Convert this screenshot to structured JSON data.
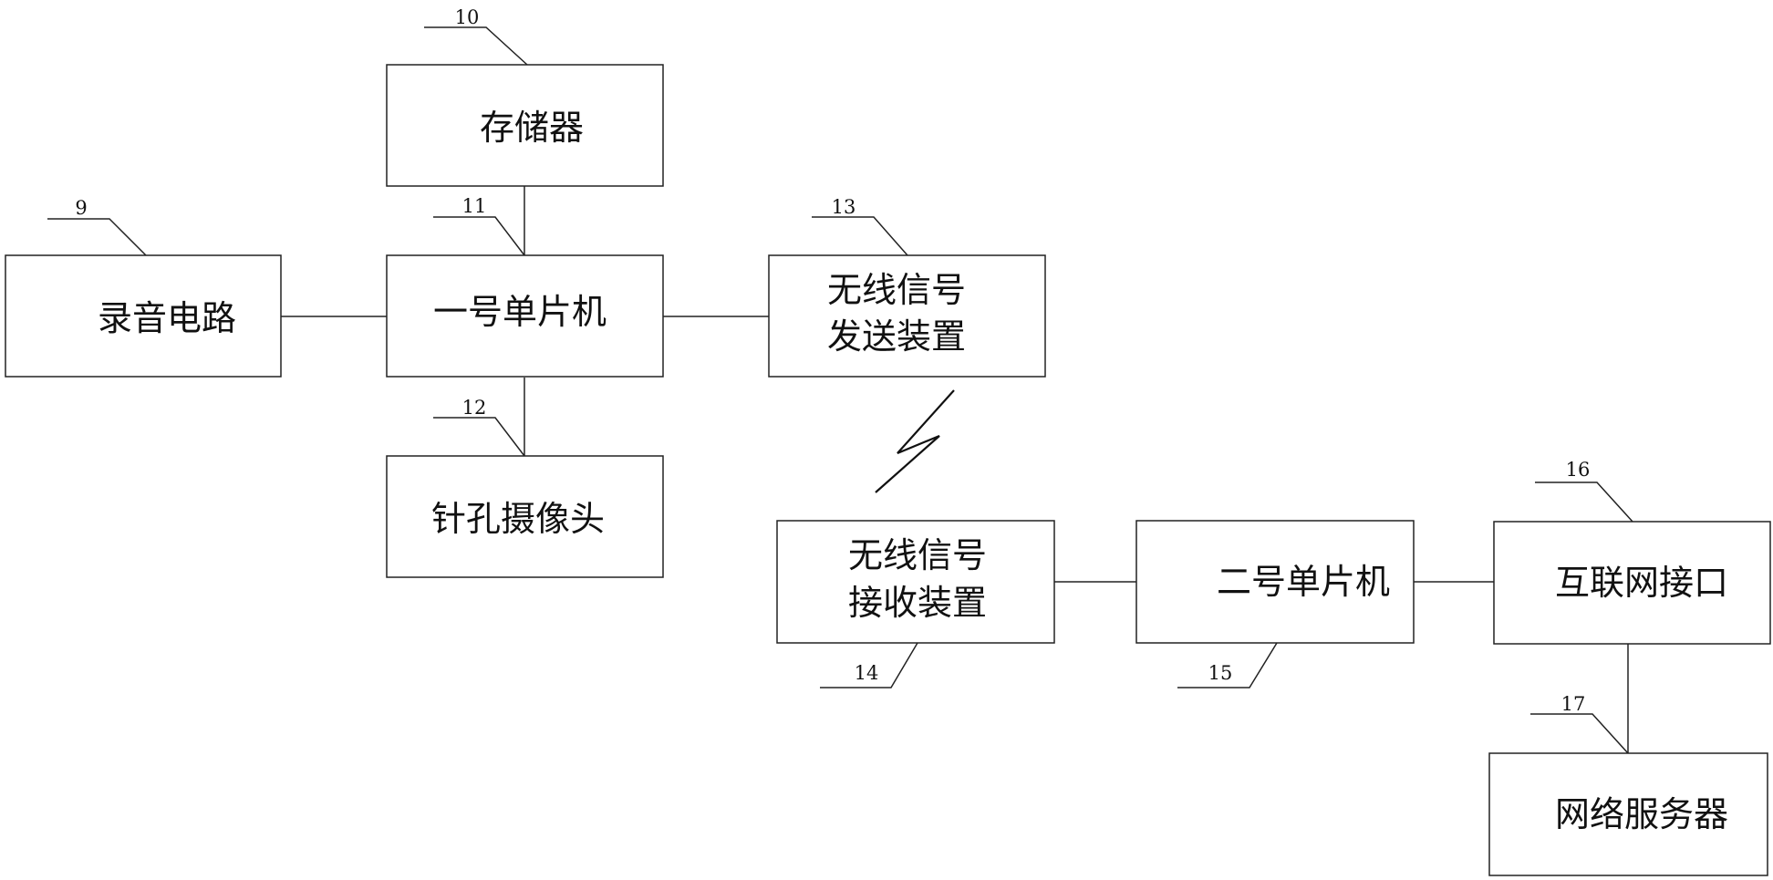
{
  "blocks": {
    "storage": {
      "ref": "10",
      "lines": [
        "存储器"
      ]
    },
    "recorder": {
      "ref": "9",
      "lines": [
        "录音电路"
      ]
    },
    "mcu1": {
      "ref": "11",
      "lines": [
        "一号单片机"
      ]
    },
    "camera": {
      "ref": "12",
      "lines": [
        "针孔摄像头"
      ]
    },
    "wireless_tx": {
      "ref": "13",
      "lines": [
        "无线信号",
        "发送装置"
      ]
    },
    "wireless_rx": {
      "ref": "14",
      "lines": [
        "无线信号",
        "接收装置"
      ]
    },
    "mcu2": {
      "ref": "15",
      "lines": [
        "二号单片机"
      ]
    },
    "internet_port": {
      "ref": "16",
      "lines": [
        "互联网接口"
      ]
    },
    "server": {
      "ref": "17",
      "lines": [
        "网络服务器"
      ]
    }
  }
}
